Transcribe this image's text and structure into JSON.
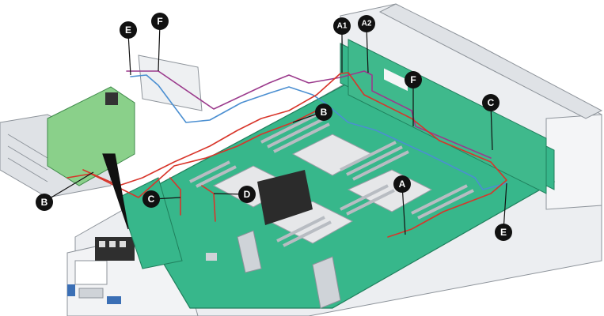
{
  "callouts": {
    "A": "A",
    "A1": "A1",
    "A2": "A2",
    "B": "B",
    "C": "C",
    "D": "D",
    "E": "E",
    "F": "F"
  },
  "colors": {
    "board": "#35b58a",
    "board_dark": "#1f8f66",
    "chassis": "#e9ebee",
    "chassis_edge": "#9aa0a6",
    "cable_red": "#d8352a",
    "cable_blue": "#4b8fd1",
    "cable_purple": "#9b3a8c",
    "callout_bg": "#111111"
  }
}
